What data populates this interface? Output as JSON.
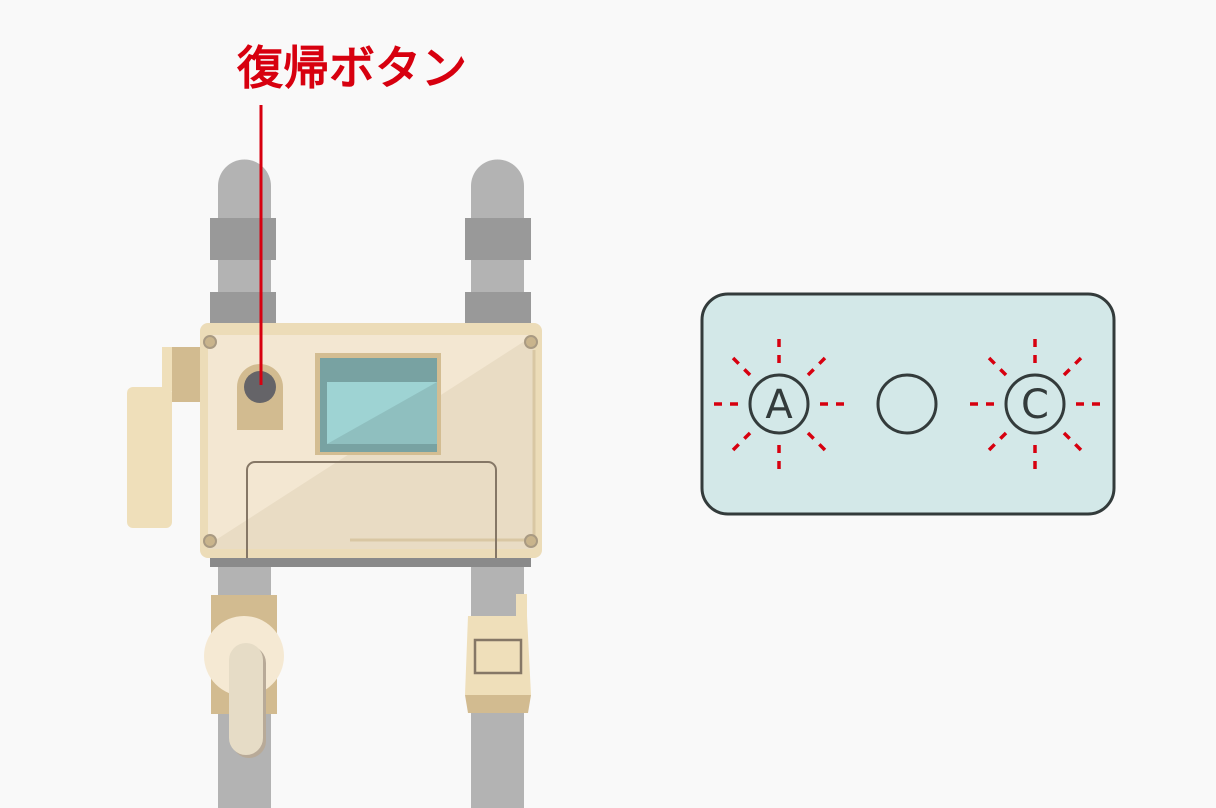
{
  "callout": {
    "label": "復帰ボタン"
  },
  "panel": {
    "lamps": [
      {
        "letter": "A",
        "state": "blinking"
      },
      {
        "letter": "",
        "state": "off"
      },
      {
        "letter": "C",
        "state": "blinking"
      }
    ]
  },
  "colors": {
    "accent": "#d7000f",
    "panel_fill": "#d3e8e8",
    "outline": "#333b3b"
  }
}
